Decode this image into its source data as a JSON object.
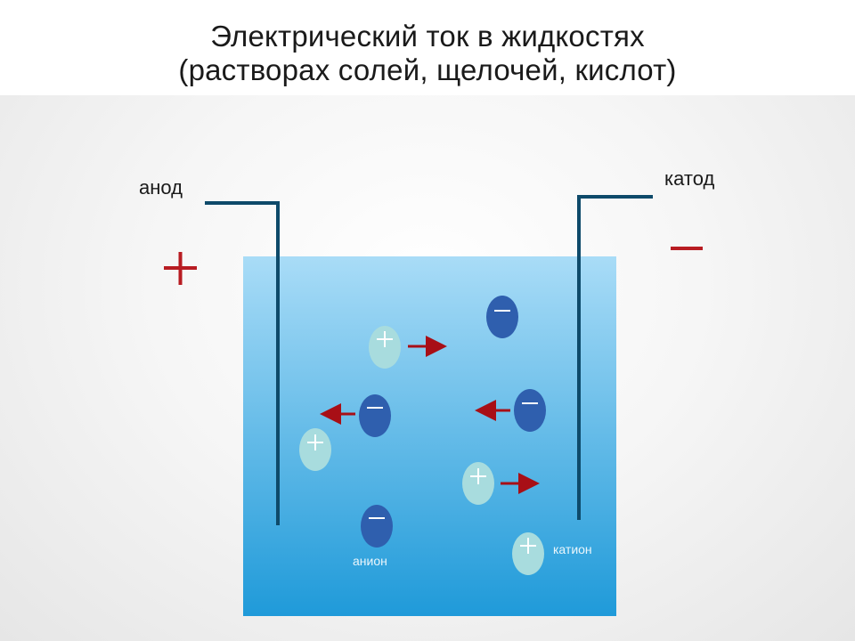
{
  "title": {
    "line1": "Электрический ток в жидкостях",
    "line2": "(растворах солей, щелочей, кислот)"
  },
  "electrodes": {
    "anode_label": "анод",
    "cathode_label": "катод",
    "anode_sign": "+",
    "cathode_sign": "−"
  },
  "ions": {
    "anion_label": "анион",
    "cation_label": "катион",
    "anion_sign": "−",
    "cation_sign": "+"
  },
  "colors": {
    "water_top": "#a9dcf7",
    "water_bottom": "#1f9ad9",
    "electrode": "#0e4a6a",
    "anion_fill": "#2f5fae",
    "cation_fill": "#a8dcde",
    "arrow": "#a80f16",
    "sign_red": "#b81c22"
  }
}
